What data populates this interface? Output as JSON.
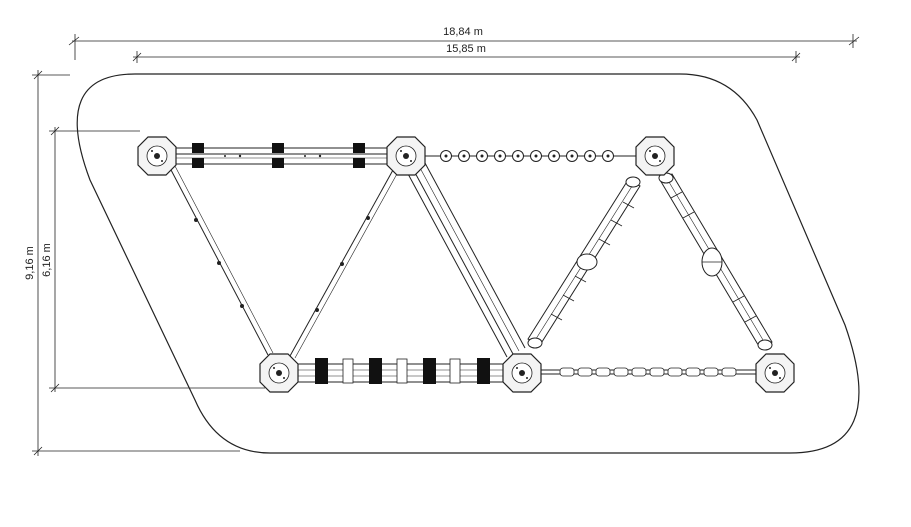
{
  "dimensions": {
    "outer_width": "18,84 m",
    "inner_width": "15,85 m",
    "outer_height": "9,16 m",
    "inner_height": "6,16 m"
  },
  "colors": {
    "line": "#222222",
    "fill": "#ffffff",
    "block": "#111111",
    "node_fill": "#f4f4f4"
  }
}
